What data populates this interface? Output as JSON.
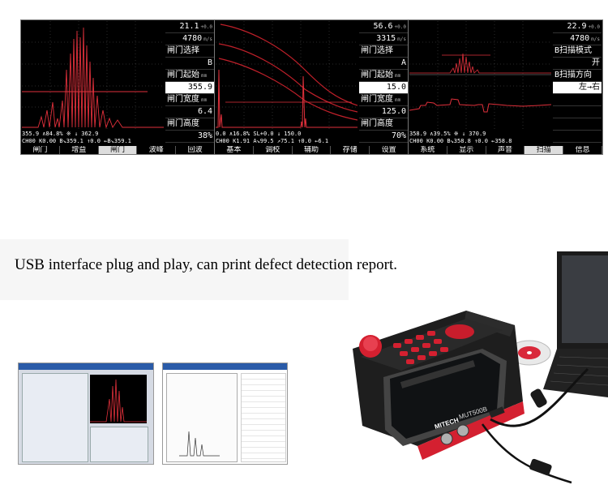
{
  "screens": [
    {
      "side": [
        {
          "text": "21.1",
          "unit": "+0.0",
          "style": "r"
        },
        {
          "text": "4780",
          "unit": "m/s",
          "style": "r"
        },
        {
          "text": "闸门选择",
          "unit": "",
          "style": ""
        },
        {
          "text": "B",
          "unit": "",
          "style": "r"
        },
        {
          "text": "闸门起始",
          "unit": "mm",
          "style": ""
        },
        {
          "text": "355.9",
          "unit": "",
          "style": "r hl"
        },
        {
          "text": "闸门宽度",
          "unit": "mm",
          "style": ""
        },
        {
          "text": "6.4",
          "unit": "",
          "style": "r"
        },
        {
          "text": "闸门高度",
          "unit": "",
          "style": ""
        },
        {
          "text": "38%",
          "unit": "",
          "style": "r"
        }
      ],
      "status1": "355.9     ∧84.8%        ※      ↓ 362.9",
      "status2": "CH00 K0.00   B↘359.1   ↑0.0   ←B↘359.1",
      "menu": [
        "闸门",
        "增益",
        "闸门",
        "波峰",
        "回波"
      ],
      "menu_selected": 2
    },
    {
      "side": [
        {
          "text": "56.6",
          "unit": "+0.0",
          "style": "r"
        },
        {
          "text": "3315",
          "unit": "m/s",
          "style": "r"
        },
        {
          "text": "闸门选择",
          "unit": "",
          "style": ""
        },
        {
          "text": "A",
          "unit": "",
          "style": "r"
        },
        {
          "text": "闸门起始",
          "unit": "mm",
          "style": ""
        },
        {
          "text": "15.0",
          "unit": "",
          "style": "r hl"
        },
        {
          "text": "闸门宽度",
          "unit": "mm",
          "style": ""
        },
        {
          "text": "125.0",
          "unit": "",
          "style": "r"
        },
        {
          "text": "闸门高度",
          "unit": "",
          "style": ""
        },
        {
          "text": "70%",
          "unit": "",
          "style": "r"
        }
      ],
      "status1": "0.0     ∧16.8%     SL+0.0       ↓ 150.0",
      "status2": "CH00 K1.91  A↘99.5  ↗75.1  ↑0.0  ←6.1",
      "menu": [
        "基本",
        "调校",
        "辅助",
        "存储",
        "设置"
      ],
      "menu_selected": -1
    },
    {
      "side": [
        {
          "text": "22.9",
          "unit": "+0.0",
          "style": "r"
        },
        {
          "text": "4780",
          "unit": "m/s",
          "style": "r"
        },
        {
          "text": "B扫描模式",
          "unit": "",
          "style": ""
        },
        {
          "text": "开",
          "unit": "",
          "style": "r"
        },
        {
          "text": "B扫描方向",
          "unit": "",
          "style": ""
        },
        {
          "text": "左→右",
          "unit": "",
          "style": "r hl"
        },
        {
          "text": "",
          "unit": "",
          "style": ""
        },
        {
          "text": "",
          "unit": "",
          "style": ""
        },
        {
          "text": "",
          "unit": "",
          "style": ""
        },
        {
          "text": "",
          "unit": "",
          "style": ""
        }
      ],
      "status1": "358.9     ∧39.5%       ※     ↓ 370.9",
      "status2": "CH00 K0.00   B↘358.8   ↑0.0   ←358.8",
      "menu": [
        "系统",
        "显示",
        "声音",
        "扫描",
        "信息"
      ],
      "menu_selected": 3
    }
  ],
  "caption": "USB interface plug and play, can print defect detection report.",
  "device": {
    "brand": "MITECH",
    "model": "MUT500B"
  },
  "colors": {
    "signal": "#e0303b",
    "gate": "#c0202a",
    "accent": "#d42030"
  }
}
